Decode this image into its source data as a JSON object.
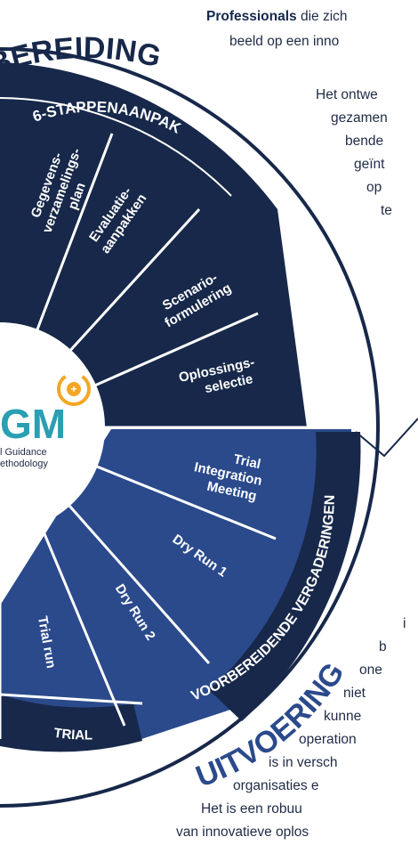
{
  "intro": {
    "bold": "Professionals",
    "line1_rest": " die zich",
    "line2": "beeld op een inno"
  },
  "paragraph_top": [
    "Het ontwe",
    "gezamen",
    "bende",
    "geïnt",
    "op",
    "te"
  ],
  "paragraph_bottom": [
    "i",
    "b",
    "one",
    "niet",
    "kunne",
    "operation",
    "is in versch",
    "organisaties e",
    "Het is een robuu",
    "van innovatieve oplos"
  ],
  "wheel": {
    "phase_top": "VOORBEREIDING",
    "phase_bottom": "UITVOERING",
    "ring_top": "6-STAPPENAANPAK",
    "ring_meetings": "VOORBEREIDENDE VERGADERINGEN",
    "ring_trial": "TRIAL",
    "segments": [
      {
        "id": "gegevens",
        "lines": [
          "Gegevens-",
          "verzamelings-",
          "plan"
        ]
      },
      {
        "id": "evaluatie",
        "lines": [
          "Evaluatie-",
          "aanpakken"
        ]
      },
      {
        "id": "scenario",
        "lines": [
          "Scenario-",
          "formulering"
        ]
      },
      {
        "id": "oplossings",
        "lines": [
          "Oplossings-",
          "selectie"
        ]
      },
      {
        "id": "trial-integration",
        "lines": [
          "Trial",
          "Integration",
          "Meeting"
        ]
      },
      {
        "id": "dry-run-1",
        "lines": [
          "Dry Run 1"
        ]
      },
      {
        "id": "dry-run-2",
        "lines": [
          "Dry Run 2"
        ]
      },
      {
        "id": "trial-run",
        "lines": [
          "Trial run"
        ]
      }
    ],
    "logo": {
      "letters": "GM",
      "sub1": "l Guidance",
      "sub2": "ethodology"
    }
  },
  "colors": {
    "navy": "#17284a",
    "blue": "#2b4a8c",
    "accent_orange": "#f5a623",
    "logo_teal": "#2a9fb3",
    "text": "#1f2b46"
  }
}
